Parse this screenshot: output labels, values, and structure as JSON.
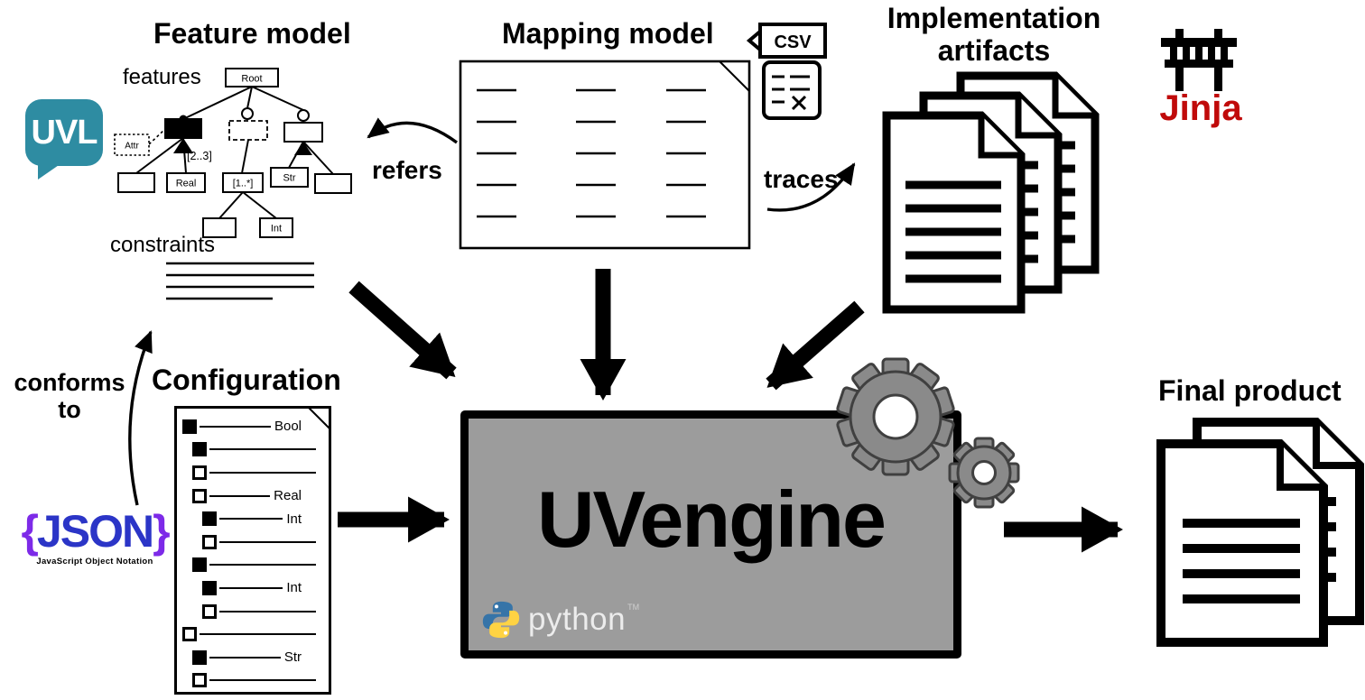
{
  "colors": {
    "uvl_teal": "#2E8CA2",
    "jinja_red": "#C00A0A",
    "json_purple": "#7D2AE8",
    "json_blue": "#2B35C7",
    "python_blue": "#3674A8",
    "python_yellow": "#FFD343",
    "engine_gray": "#9C9C9C",
    "gear_gray": "#8A8A8A"
  },
  "feature_model": {
    "title": "Feature model",
    "features_label": "features",
    "constraints_label": "constraints",
    "uvl_logo_text": "UVL",
    "nodes": {
      "root": "Root",
      "attribute": "Attr",
      "group_cardinality": "[2..3]",
      "real": "Real",
      "feature_cardinality": "[1..*]",
      "str": "Str",
      "int": "Int"
    }
  },
  "mapping_model": {
    "title": "Mapping model",
    "csv_icon_text": "CSV"
  },
  "implementation_artifacts": {
    "title_line1": "Implementation",
    "title_line2": "artifacts",
    "jinja_logo_text": "Jinja"
  },
  "configuration": {
    "title": "Configuration",
    "rows": [
      {
        "checked": true,
        "indent": 0,
        "label": "Bool"
      },
      {
        "checked": true,
        "indent": 1,
        "label": ""
      },
      {
        "checked": false,
        "indent": 1,
        "label": ""
      },
      {
        "checked": false,
        "indent": 1,
        "label": "Real"
      },
      {
        "checked": true,
        "indent": 2,
        "label": "Int"
      },
      {
        "checked": false,
        "indent": 2,
        "label": ""
      },
      {
        "checked": true,
        "indent": 1,
        "label": ""
      },
      {
        "checked": true,
        "indent": 2,
        "label": "Int"
      },
      {
        "checked": false,
        "indent": 2,
        "label": ""
      },
      {
        "checked": false,
        "indent": 0,
        "label": ""
      },
      {
        "checked": true,
        "indent": 1,
        "label": "Str"
      },
      {
        "checked": false,
        "indent": 1,
        "label": ""
      }
    ]
  },
  "json_logo": {
    "brace_open": "{",
    "name": "JSON",
    "brace_close": "}",
    "subtitle": "JavaScript Object Notation"
  },
  "engine": {
    "name": "UVengine",
    "python_wordmark": "python",
    "python_tm": "TM"
  },
  "final_product": {
    "title": "Final product"
  },
  "arrow_labels": {
    "refers": "refers",
    "traces": "traces",
    "conforms_line1": "conforms",
    "conforms_line2": "to"
  }
}
